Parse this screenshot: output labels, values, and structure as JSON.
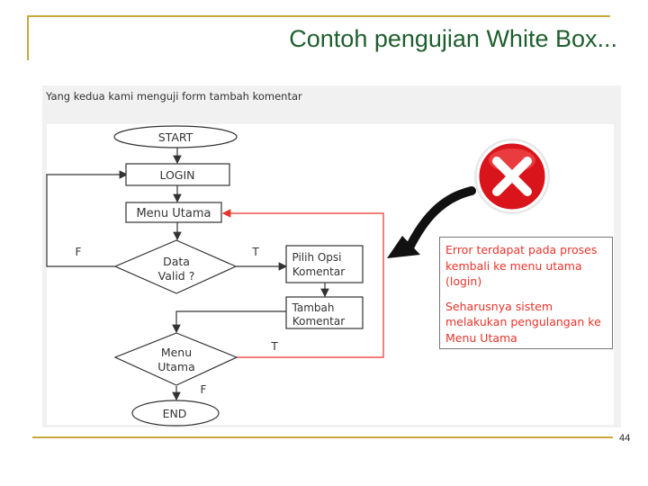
{
  "slide": {
    "title": "Contoh pengujian White Box...",
    "caption": "Yang kedua kami menguji form tambah komentar",
    "page_number": "44"
  },
  "flowchart": {
    "start": "START",
    "login": "LOGIN",
    "menu_utama": "Menu Utama",
    "decision_data_valid": [
      "Data",
      "Valid ?"
    ],
    "pilih_opsi": [
      "Pilih Opsi",
      "Komentar"
    ],
    "tambah_komentar": [
      "Tambah",
      "Komentar"
    ],
    "decision_menu_utama": [
      "Menu",
      "Utama"
    ],
    "end": "END",
    "label_f1": "F",
    "label_t1": "T",
    "label_t2": "T",
    "label_f2": "F"
  },
  "error_note": {
    "line1": "Error terdapat pada proses kembali ke menu utama (login)",
    "line2": "Seharusnya sistem melakukan pengulangan ke Menu Utama"
  },
  "colors": {
    "frame": "#c8a83c",
    "title": "#1f5e2e",
    "error_red": "#e8332a"
  },
  "icons": {
    "error": "red-x-circle-icon",
    "arrow": "curved-black-arrow-icon"
  }
}
